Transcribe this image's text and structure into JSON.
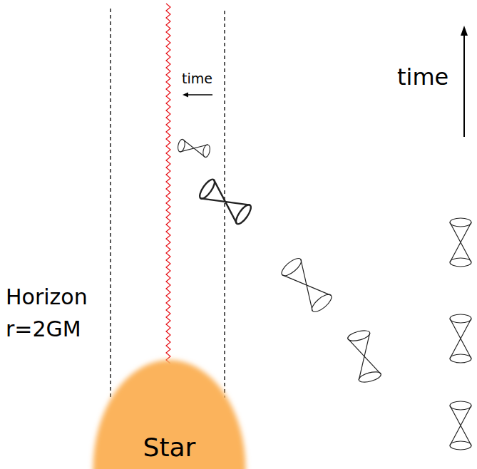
{
  "diagram": {
    "nodes": [
      {
        "text": [
          "Star"
        ]
      }
    ],
    "labels": [
      "time",
      "time",
      "Horizon r=2GM"
    ]
  }
}
